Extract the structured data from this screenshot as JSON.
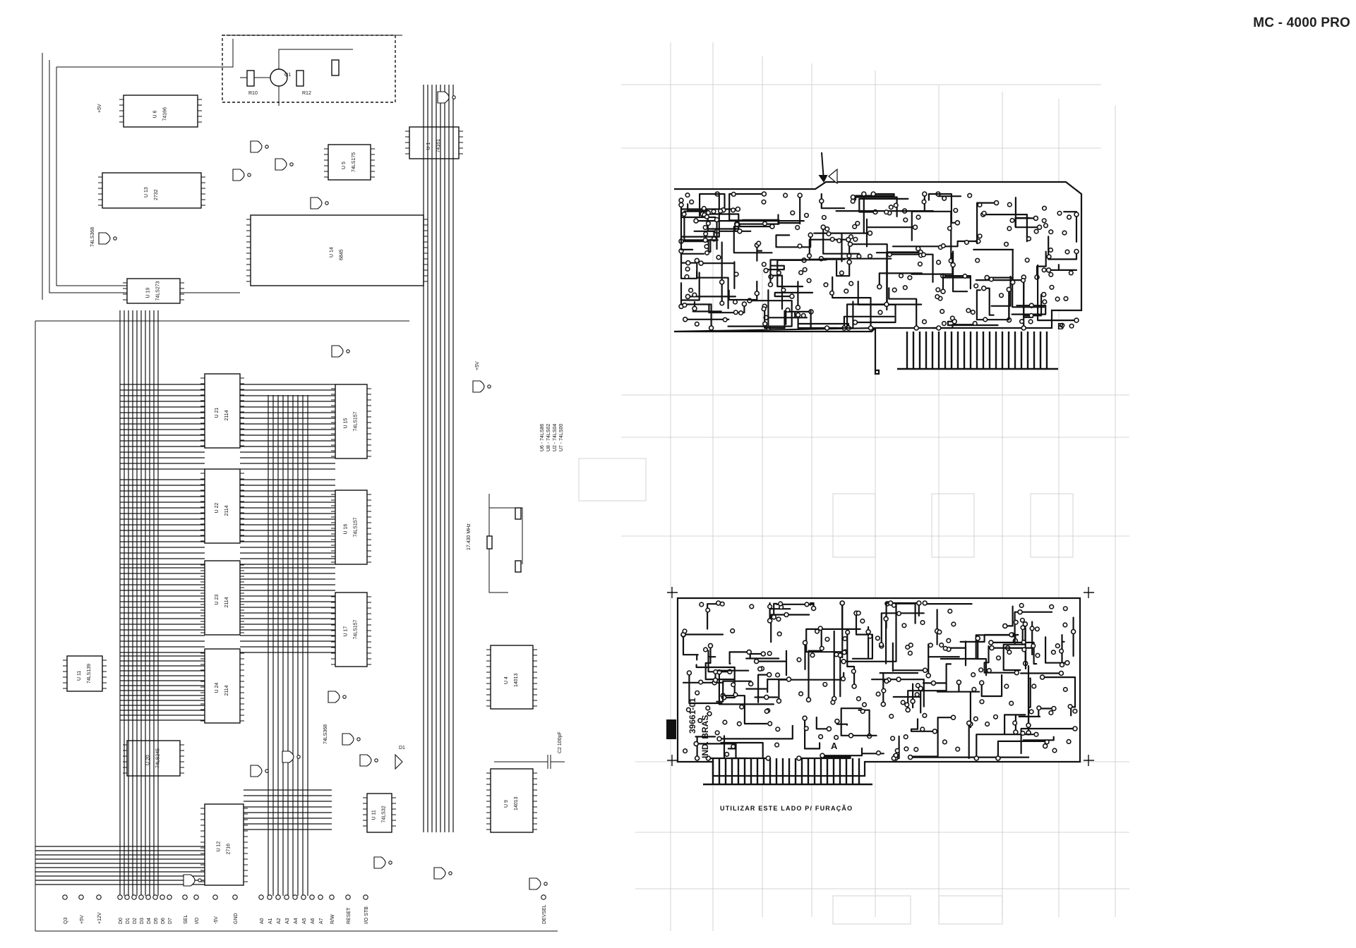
{
  "header": {
    "model": "MC - 4000 PRO"
  },
  "schematic": {
    "chips": [
      {
        "ref": "U 6",
        "part": "74166"
      },
      {
        "ref": "U 13",
        "part": "2732"
      },
      {
        "ref": "U 19",
        "part": "74LS273"
      },
      {
        "ref": "U 14",
        "part": "6845"
      },
      {
        "ref": "U 5",
        "part": "74LS175"
      },
      {
        "ref": "U 1",
        "part": "74161"
      },
      {
        "ref": "U 21",
        "part": "2114"
      },
      {
        "ref": "U 22",
        "part": "2114"
      },
      {
        "ref": "U 23",
        "part": "2114"
      },
      {
        "ref": "U 24",
        "part": "2114"
      },
      {
        "ref": "U 15",
        "part": "74LS157"
      },
      {
        "ref": "U 16",
        "part": "74LS157"
      },
      {
        "ref": "U 17",
        "part": "74LS157"
      },
      {
        "ref": "U 11",
        "part": "74LS139"
      },
      {
        "ref": "U 20",
        "part": "74LS245"
      },
      {
        "ref": "U 12",
        "part": "2716"
      },
      {
        "ref": "U 4",
        "part": "14013"
      },
      {
        "ref": "U 9",
        "part": "14013"
      },
      {
        "ref": "U 11",
        "part": "74LS32"
      }
    ],
    "gate_legend": [
      "U6 - 74LS86",
      "U8 - 74LS02",
      "U2 - 74LS04",
      "U7 - 74LS00"
    ],
    "crystal": "17.430 MHz",
    "small_labels": [
      "74LS368",
      "74LS368",
      "+5V",
      "+5V",
      "C2 100pF",
      "D1",
      "Q1",
      "R10",
      "R12"
    ],
    "bottom_pins": [
      "Q3",
      "+5V",
      "+12V",
      "D0",
      "D1",
      "D2",
      "D3",
      "D4",
      "D5",
      "D6",
      "D7",
      "SEL",
      "I/O",
      "-5V",
      "GND",
      "A0",
      "A1",
      "A2",
      "A3",
      "A4",
      "A5",
      "A6",
      "A7",
      "R/W",
      "RESET",
      "I/O STB",
      "DEVSEL"
    ]
  },
  "pcb": {
    "top_side_label": "B",
    "bottom_side_label": "A",
    "board_number": "39661-01",
    "maker": "IND. BRAS.",
    "drill_note": "UTILIZAR ESTE LADO P/ FURAÇÃO"
  }
}
